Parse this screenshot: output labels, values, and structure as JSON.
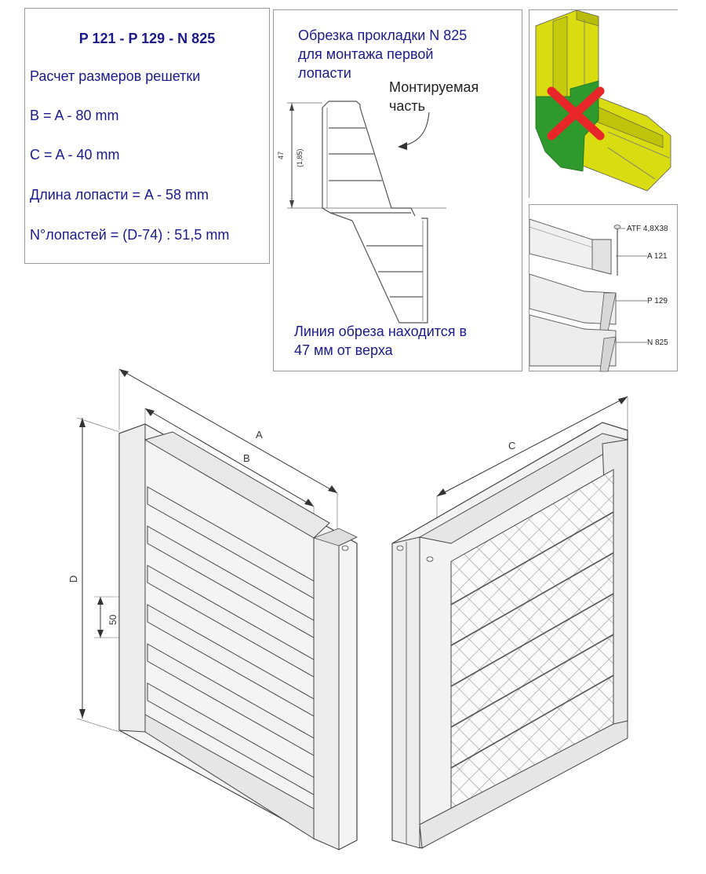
{
  "formula": {
    "title": "P 121 - P 129 - N 825",
    "heading": "Расчет размеров решетки",
    "line_b": "B = A - 80 mm",
    "line_c": "C = A - 40 mm",
    "line_blade": "Длина лопасти = A - 58 mm",
    "line_count": "N°лопастей = (D-74) : 51,5 mm"
  },
  "cut_detail": {
    "caption_top": [
      "Обрезка прокладки N 825",
      "для монтажа первой",
      "лопасти"
    ],
    "mounted_label": [
      "Монтируемая",
      "часть"
    ],
    "dim_47": "47",
    "dim_185": "(1,85)",
    "caption_bottom": [
      "Линия обреза находится в",
      "47 мм от верха"
    ]
  },
  "section_labels": {
    "screw": "ATF 4,8X38",
    "a121": "A 121",
    "p129": "P 129",
    "n825": "N 825"
  },
  "grille_dims": {
    "a": "A",
    "b": "B",
    "c": "C",
    "d": "D",
    "pitch": "50"
  },
  "colors": {
    "text": "#1a1a8c",
    "profile_yellow": "#d8dc10",
    "profile_green": "#2e9a2e",
    "cross_red": "#e8262a",
    "line": "#555555"
  }
}
